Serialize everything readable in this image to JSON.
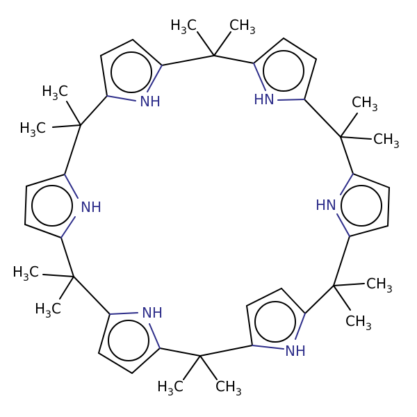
{
  "molecule": {
    "ch3_label": "CH",
    "h3c_label": "H",
    "c_letter": "C",
    "h_letter": "H",
    "subscript_3": "3",
    "nh_label": "NH",
    "hn_label": "HN",
    "colors": {
      "carbon": "#000000",
      "nitrogen": "#2e2e8a"
    }
  }
}
